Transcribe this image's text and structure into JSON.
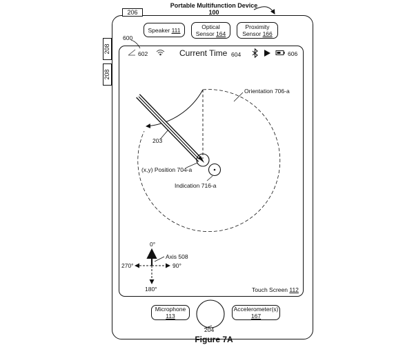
{
  "device": {
    "title_line1": "Portable Multifunction Device",
    "title_line2": "100",
    "tag_206": "206",
    "tag_208_top": "208",
    "tag_208_bottom": "208",
    "screen_ref": "600"
  },
  "top_components": {
    "speaker": {
      "label": "Speaker",
      "num": "111"
    },
    "optical": {
      "line1": "Optical",
      "label": "Sensor",
      "num": "164"
    },
    "proximity": {
      "line1": "Proximity",
      "label": "Sensor",
      "num": "166"
    }
  },
  "status_bar": {
    "signal_ref": "602",
    "time_label": "Current Time",
    "time_ref": "604",
    "battery_ref": "606",
    "icons": [
      "signal-icon",
      "wifi-icon",
      "bluetooth-icon",
      "play-icon",
      "battery-icon"
    ]
  },
  "diagram": {
    "stylus_ref": "203",
    "orientation": "Orientation 706-a",
    "position": "(x,y) Position 704-a",
    "indication": "Indication 716-a"
  },
  "axis": {
    "label": "Axis 508",
    "deg_0": "0°",
    "deg_90": "90°",
    "deg_180": "180°",
    "deg_270": "270°"
  },
  "screen_footer": {
    "label": "Touch Screen",
    "num": "112"
  },
  "bottom_components": {
    "microphone": {
      "label": "Microphone",
      "num": "113"
    },
    "home_ref": "204",
    "accelerometer": {
      "label": "Accelerometer(s)",
      "num": "167"
    }
  },
  "caption": "Figure 7A"
}
